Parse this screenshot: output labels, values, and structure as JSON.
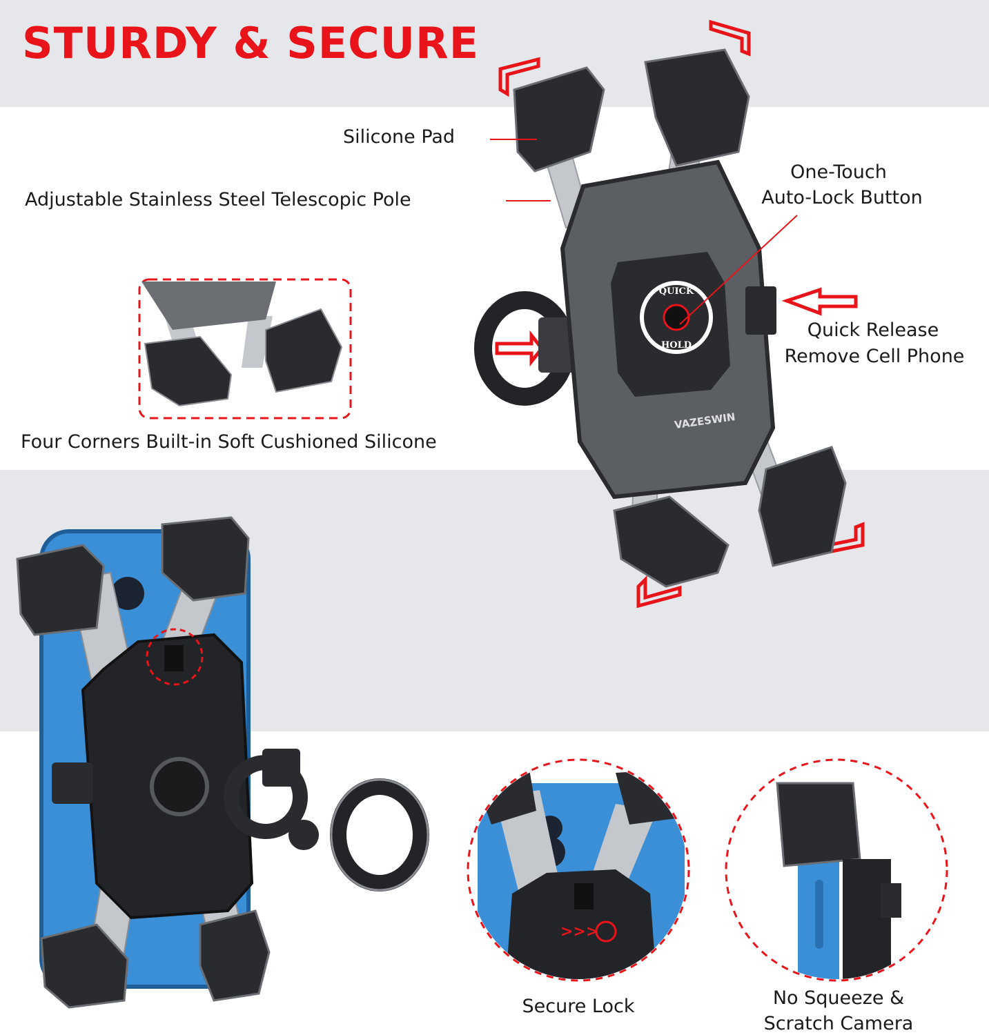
{
  "headline": "STURDY & SECURE",
  "labels": {
    "silicone_pad": "Silicone Pad",
    "telescopic_pole": "Adjustable Stainless Steel Telescopic Pole",
    "auto_lock_line1": "One-Touch",
    "auto_lock_line2": "Auto-Lock Button",
    "quick_release_line1": "Quick Release",
    "quick_release_line2": "Remove Cell Phone",
    "four_corners": "Four Corners Built-in Soft Cushioned Silicone",
    "secure_lock": "Secure Lock",
    "no_squeeze_line1": "No Squeeze &",
    "no_squeeze_line2": "Scratch Camera"
  },
  "device": {
    "brand": "VAZESWIN",
    "button_top": "QUICK",
    "button_bottom": "HOLD"
  },
  "colors": {
    "accent": "#e8141a",
    "band": "#e6e7eb",
    "holder_dark": "#2a2b2e",
    "holder_grey": "#5b5e63",
    "phone_blue": "#3a8fd6",
    "steel": "#c4c7cc"
  }
}
